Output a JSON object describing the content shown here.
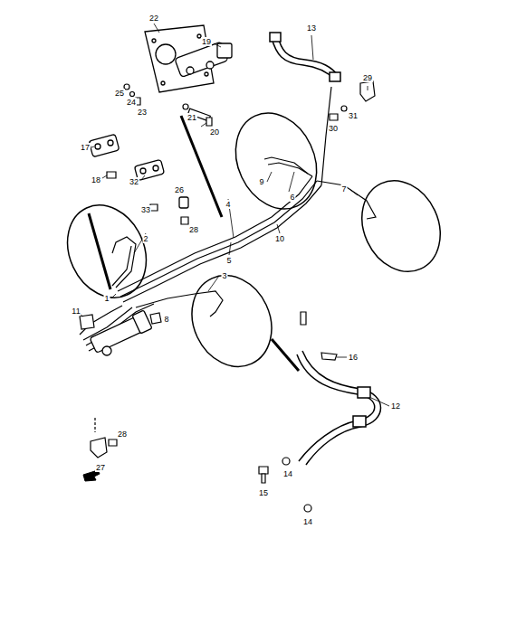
{
  "diagram": {
    "labels": [
      "22",
      "19",
      "13",
      "29",
      "25",
      "24",
      "23",
      "21",
      "20",
      "30",
      "31",
      "17",
      "18",
      "32",
      "9",
      "6",
      "7",
      "4",
      "26",
      "33",
      "28",
      "10",
      "5",
      "2",
      "3",
      "1",
      "11",
      "8",
      "16",
      "12",
      "27",
      "28",
      "15",
      "14",
      "14"
    ]
  }
}
